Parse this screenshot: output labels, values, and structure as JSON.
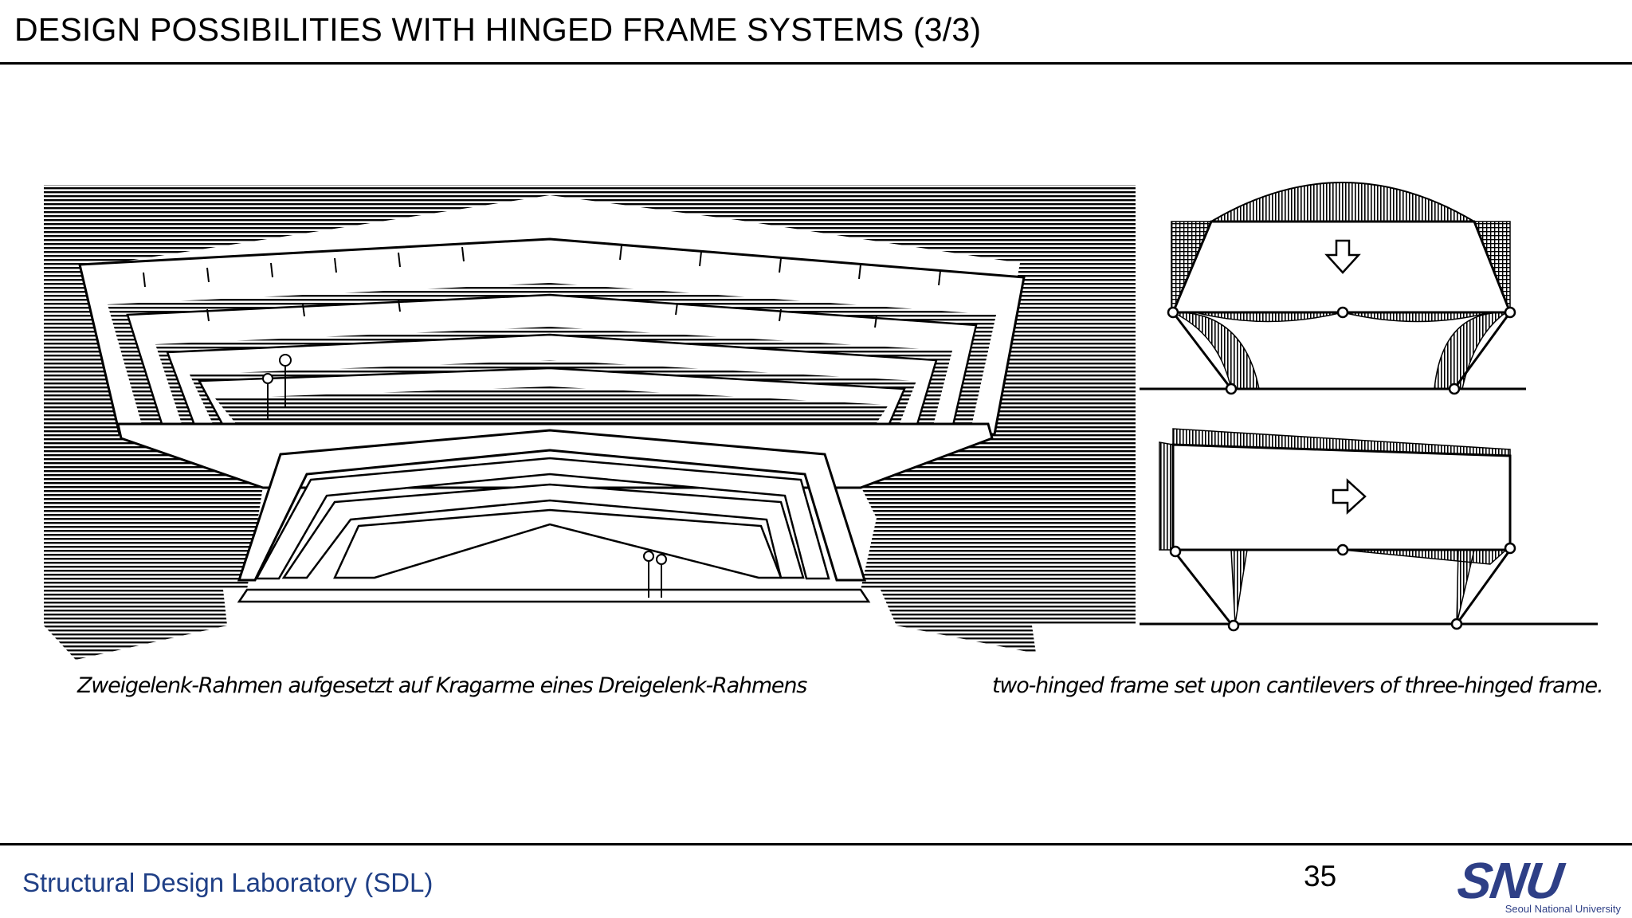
{
  "slide": {
    "title": "DESIGN POSSIBILITIES WITH HINGED FRAME SYSTEMS (3/3)",
    "page_number": "35"
  },
  "captions": {
    "german": "Zweigelenk-Rahmen aufgesetzt auf Kragarme eines Dreigelenk-Rahmens",
    "english": "two-hinged frame set upon cantilevers of three-hinged frame."
  },
  "footer": {
    "lab_name": "Structural Design Laboratory (SDL)",
    "logo_text": "SNU",
    "logo_subtext": "Seoul National University"
  },
  "figure": {
    "left_illustration": "perspective-section-hinged-frames",
    "right_diagrams": [
      "vertical-load-moment-diagram",
      "horizontal-load-moment-diagram"
    ],
    "icons": [
      "arrow-down-icon",
      "arrow-right-icon"
    ]
  },
  "colors": {
    "ink": "#000000",
    "footer_blue": "#1f3f86",
    "logo_blue": "#2e3f86"
  }
}
